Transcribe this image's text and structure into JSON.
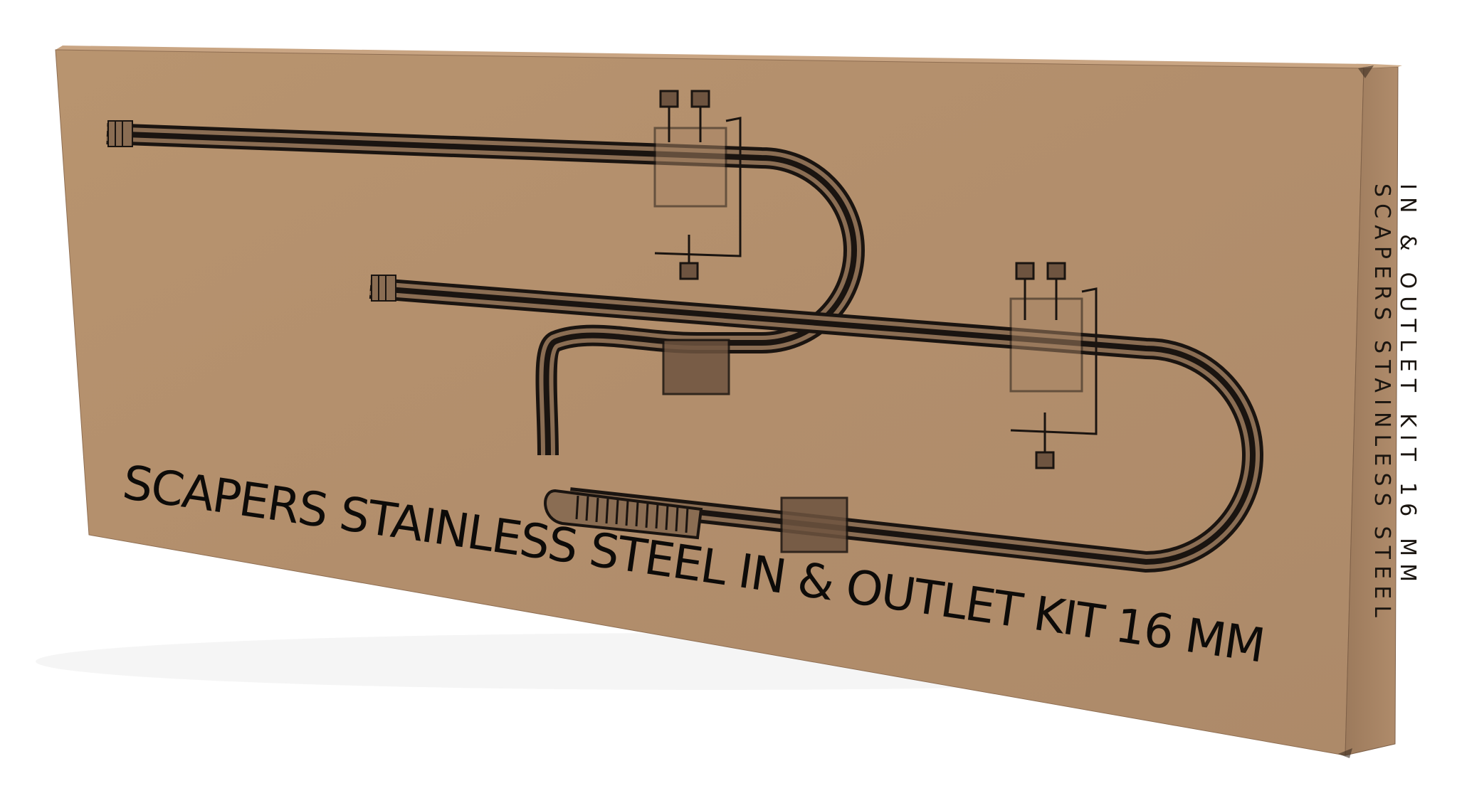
{
  "product": {
    "front_title": "SCAPERS STAINLESS STEEL IN & OUTLET KIT 16 MM",
    "side_line_1": "SCAPERS STAINLESS STEEL",
    "side_line_2": "IN & OUTLET KIT 16 MM"
  },
  "colors": {
    "background": "#ffffff",
    "box_front": "#b38f6f",
    "box_side": "#a68364",
    "box_top": "#c6a27f",
    "ink": "#0d0b09",
    "pipe_dark": "#1a1410",
    "pipe_tint": "#8a6d53"
  },
  "illustration": {
    "items": [
      "inflow-pipe",
      "outflow-pipe",
      "mounting-clamp",
      "mounting-clamp",
      "pipe-connector",
      "pipe-connector",
      "intake-strainer"
    ]
  }
}
